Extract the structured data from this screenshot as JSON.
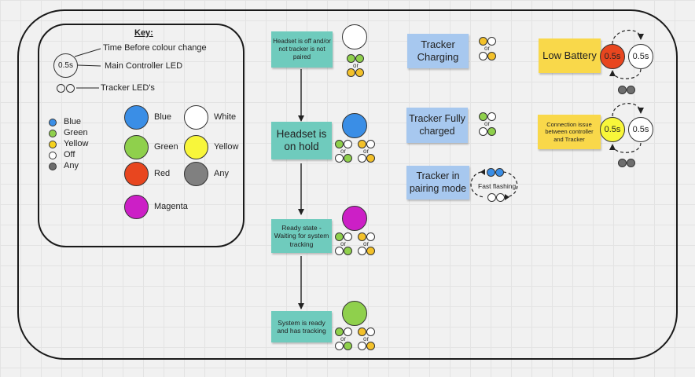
{
  "colors": {
    "blue": "#3a8ee6",
    "green": "#8fd04c",
    "yellow": "#f5d21f",
    "off": "#ffffff",
    "any": "#6e6e6e",
    "red": "#e8461f",
    "white": "#ffffff",
    "magenta": "#cc1fc6",
    "yellow_bright": "#f8f63a",
    "grey": "#808080",
    "led_yellow": "#f3c12a"
  },
  "key": {
    "title": "Key:",
    "timer_label": "0.5s",
    "time_before_change": "Time Before colour change",
    "main_led": "Main Controller LED",
    "tracker_leds": "Tracker LED's",
    "led_legend": [
      {
        "label": "Blue",
        "color": "blue"
      },
      {
        "label": "Green",
        "color": "green"
      },
      {
        "label": "Yellow",
        "color": "yellow"
      },
      {
        "label": "Off",
        "color": "off"
      },
      {
        "label": "Any",
        "color": "any"
      }
    ],
    "colour_legend": [
      {
        "label": "Blue",
        "color": "blue"
      },
      {
        "label": "White",
        "color": "white"
      },
      {
        "label": "Green",
        "color": "green"
      },
      {
        "label": "Yellow",
        "color": "yellow_bright"
      },
      {
        "label": "Red",
        "color": "red"
      },
      {
        "label": "Any",
        "color": "grey"
      },
      {
        "label": "Magenta",
        "color": "magenta"
      }
    ]
  },
  "states": [
    {
      "label": "Headset is off and/or not tracker is not paired",
      "main_color": "white",
      "led_pairs": [
        [
          "green",
          "green"
        ],
        [
          "led_yellow",
          "led_yellow"
        ]
      ]
    },
    {
      "label": "Headset is on hold",
      "main_color": "blue",
      "led_pairs": [
        [
          "green",
          "off"
        ],
        [
          "off",
          "green"
        ],
        [
          "led_yellow",
          "off"
        ],
        [
          "off",
          "led_yellow"
        ]
      ]
    },
    {
      "label": "Ready state - Waiting for system tracking",
      "main_color": "magenta",
      "led_pairs": [
        [
          "green",
          "off"
        ],
        [
          "off",
          "green"
        ],
        [
          "led_yellow",
          "off"
        ],
        [
          "off",
          "led_yellow"
        ]
      ]
    },
    {
      "label": "System is ready and has tracking",
      "main_color": "green",
      "led_pairs": [
        [
          "green",
          "off"
        ],
        [
          "off",
          "green"
        ],
        [
          "led_yellow",
          "off"
        ],
        [
          "off",
          "led_yellow"
        ]
      ]
    }
  ],
  "or_text": "or",
  "trackers": [
    {
      "label": "Tracker Charging",
      "led_pairs": [
        [
          "led_yellow",
          "off"
        ],
        [
          "off",
          "led_yellow"
        ]
      ]
    },
    {
      "label": "Tracker Fully charged",
      "led_pairs": [
        [
          "green",
          "off"
        ],
        [
          "off",
          "green"
        ]
      ]
    },
    {
      "label": "Tracker in pairing mode",
      "led_pairs": [
        [
          "blue",
          "blue"
        ],
        [
          "off",
          "off"
        ]
      ],
      "fast_flashing": "Fast flashing"
    }
  ],
  "alerts": [
    {
      "label": "Low Battery",
      "timer1": "0.5s",
      "timer1_color": "red",
      "timer2": "0.5s",
      "timer2_color": "white",
      "led_pair": [
        "any",
        "any"
      ]
    },
    {
      "label": "Connection issue between controller and Tracker",
      "timer1": "0.5s",
      "timer1_color": "yellow_bright",
      "timer2": "0.5s",
      "timer2_color": "white",
      "led_pair": [
        "any",
        "any"
      ]
    }
  ]
}
